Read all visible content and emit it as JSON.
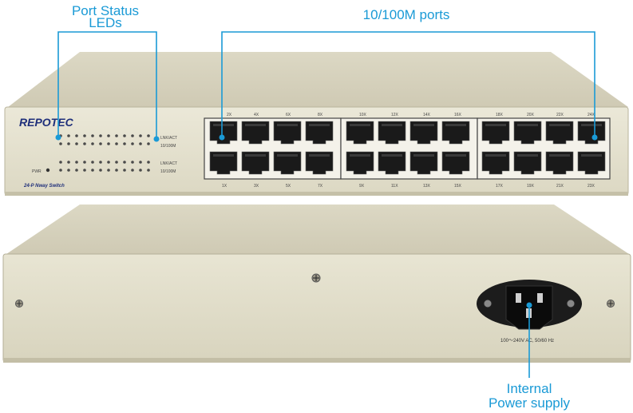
{
  "callouts": {
    "port_status_line1": "Port Status",
    "port_status_line2": "LEDs",
    "ports": "10/100M ports",
    "power_line1": "Internal",
    "power_line2": "Power supply"
  },
  "front_panel": {
    "brand": "REPOTEC",
    "model": "24-P Nway Switch",
    "led_label_lnk_act_top": "LNK/ACT",
    "led_label_speed_top": "10/100M",
    "led_label_lnk_act_bottom": "LNK/ACT",
    "led_label_speed_bottom": "10/100M",
    "pwr_label": "PWR",
    "top_port_labels": [
      "2X",
      "4X",
      "6X",
      "8X",
      "10X",
      "12X",
      "14X",
      "16X",
      "18X",
      "20X",
      "22X",
      "24X"
    ],
    "bottom_port_labels": [
      "1X",
      "3X",
      "5X",
      "7X",
      "9X",
      "11X",
      "13X",
      "15X",
      "17X",
      "19X",
      "21X",
      "23X"
    ]
  },
  "rear_panel": {
    "power_rating": "100～240V AC, 50/60 Hz"
  },
  "colors": {
    "callout": "#1a9ad6",
    "chassis": "#e4e0cc",
    "brand": "#1f2f7a"
  }
}
